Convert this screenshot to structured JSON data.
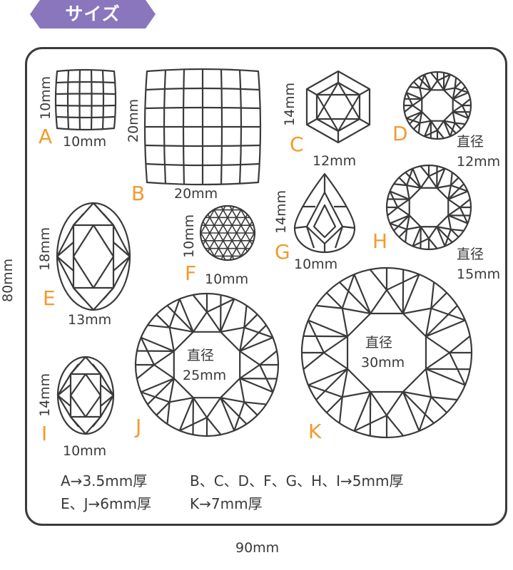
{
  "title": "サイズ",
  "colors": {
    "badge": "#8a76bd",
    "letters": "#f29a2e",
    "lines": "#3a3a3a"
  },
  "overall": {
    "height": "80mm",
    "width": "90mm"
  },
  "molds": {
    "A": {
      "letter": "A",
      "height": "10mm",
      "width": "10mm"
    },
    "B": {
      "letter": "B",
      "height": "20mm",
      "width": "20mm"
    },
    "C": {
      "letter": "C",
      "height": "14mm",
      "width": "12mm"
    },
    "D": {
      "letter": "D",
      "diameter_label": "直径",
      "diameter": "12mm"
    },
    "E": {
      "letter": "E",
      "height": "18mm",
      "width": "13mm"
    },
    "F": {
      "letter": "F",
      "height": "10mm",
      "width": "10mm"
    },
    "G": {
      "letter": "G",
      "height": "14mm",
      "width": "10mm"
    },
    "H": {
      "letter": "H",
      "diameter_label": "直径",
      "diameter": "15mm"
    },
    "I": {
      "letter": "I",
      "height": "14mm",
      "width": "10mm"
    },
    "J": {
      "letter": "J",
      "diameter_label": "直径",
      "diameter": "25mm"
    },
    "K": {
      "letter": "K",
      "diameter_label": "直径",
      "diameter": "30mm"
    }
  },
  "thickness_notes": [
    "A→3.5mm厚",
    "B、C、D、F、G、H、I→5mm厚",
    "E、J→6mm厚",
    "K→7mm厚"
  ]
}
